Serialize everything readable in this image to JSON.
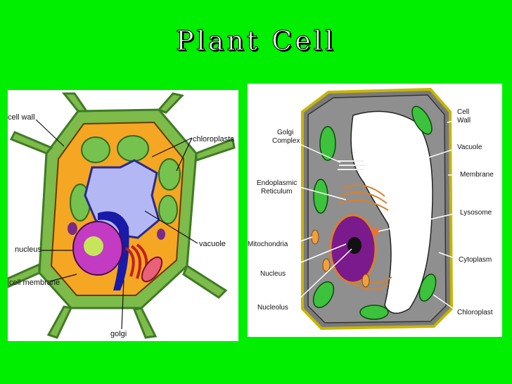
{
  "title": "Plant Cell",
  "left_diagram": {
    "labels": {
      "cell_wall": "cell wall",
      "chloroplasts": "chloroplasts",
      "vacuole": "vacuole",
      "nucleus": "nucleus",
      "cell_membrane": "cell membrane",
      "golgi": "golgi"
    }
  },
  "right_diagram": {
    "labels": {
      "golgi_1": "Golgi",
      "golgi_2": "Complex",
      "er_1": "Endoplasmic",
      "er_2": "Reticulum",
      "mitochondria": "Mitochondria",
      "nucleus": "Nucleus",
      "nucleolus": "Nucleolus",
      "cell_wall_1": "Cell",
      "cell_wall_2": "Wall",
      "vacuole": "Vacuole",
      "membrane": "Membrane",
      "lysosome": "Lysosome",
      "cytoplasm": "Cytoplasm",
      "chloroplast": "Chloroplast"
    }
  },
  "colors": {
    "background": "#00ee00",
    "cell_wall_left": "#7dbb4a",
    "cytoplasm_left": "#f5a623",
    "vacuole_left": "#b3b8f5",
    "nucleus_left": "#c23bc2",
    "cytoplasm_right": "#8c8c8c",
    "nucleus_right": "#7a1a8c",
    "chloroplast": "#3cc23c"
  }
}
